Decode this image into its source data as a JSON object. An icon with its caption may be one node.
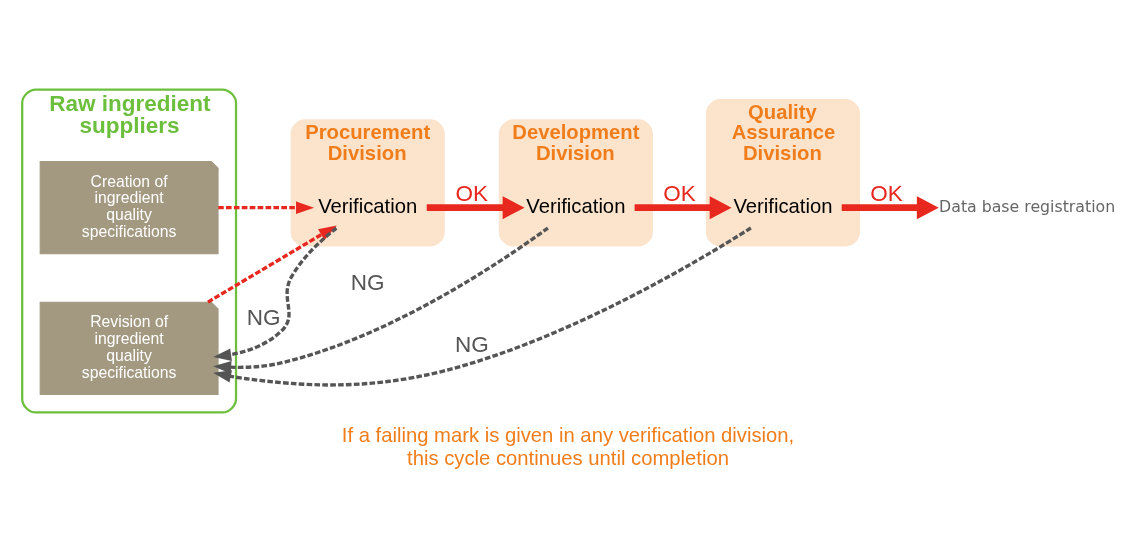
{
  "diagram": {
    "caption": "If a failing mark is given in any verification division, this cycle continues until completion",
    "nodes": [
      {
        "text": [
          "Raw ingredient suppliers"
        ]
      },
      {
        "text": [
          "Creation of ingredient quality specifications"
        ],
        "in": 0
      },
      {
        "text": [
          "Revision of ingredient quality specifications"
        ],
        "in": 0
      },
      {
        "text": [
          "Procurement Division"
        ]
      },
      {
        "text": [
          "Verification"
        ],
        "in": 3
      },
      {
        "text": [
          "Development Division"
        ]
      },
      {
        "text": [
          "Verification"
        ],
        "in": 5
      },
      {
        "text": [
          "Quality Assurance Division"
        ]
      },
      {
        "text": [
          "Verification"
        ],
        "in": 7
      },
      {
        "text": [
          "Data base registration"
        ]
      }
    ],
    "edges": [
      {
        "from": 1,
        "to": 4,
        "arrow": "to",
        "style": "dashed",
        "color": "#e8281e"
      },
      {
        "from": 4,
        "to": 6,
        "arrow": "to",
        "label": "OK",
        "style": "thick",
        "color": "#e8281e"
      },
      {
        "from": 6,
        "to": 8,
        "arrow": "to",
        "label": "OK",
        "style": "thick",
        "color": "#e8281e"
      },
      {
        "from": 8,
        "to": 9,
        "arrow": "to",
        "label": "OK",
        "style": "thick",
        "color": "#e8281e"
      },
      {
        "from": 4,
        "to": 2,
        "arrow": "to",
        "label": "NG",
        "style": "dashed",
        "color": "#555555"
      },
      {
        "from": 6,
        "to": 2,
        "arrow": "to",
        "label": "NG",
        "style": "dashed",
        "color": "#555555"
      },
      {
        "from": 8,
        "to": 2,
        "arrow": "to",
        "label": "NG",
        "style": "dashed",
        "color": "#555555"
      },
      {
        "from": 2,
        "to": 4,
        "arrow": "to",
        "style": "dashed",
        "color": "#e8281e"
      }
    ]
  }
}
